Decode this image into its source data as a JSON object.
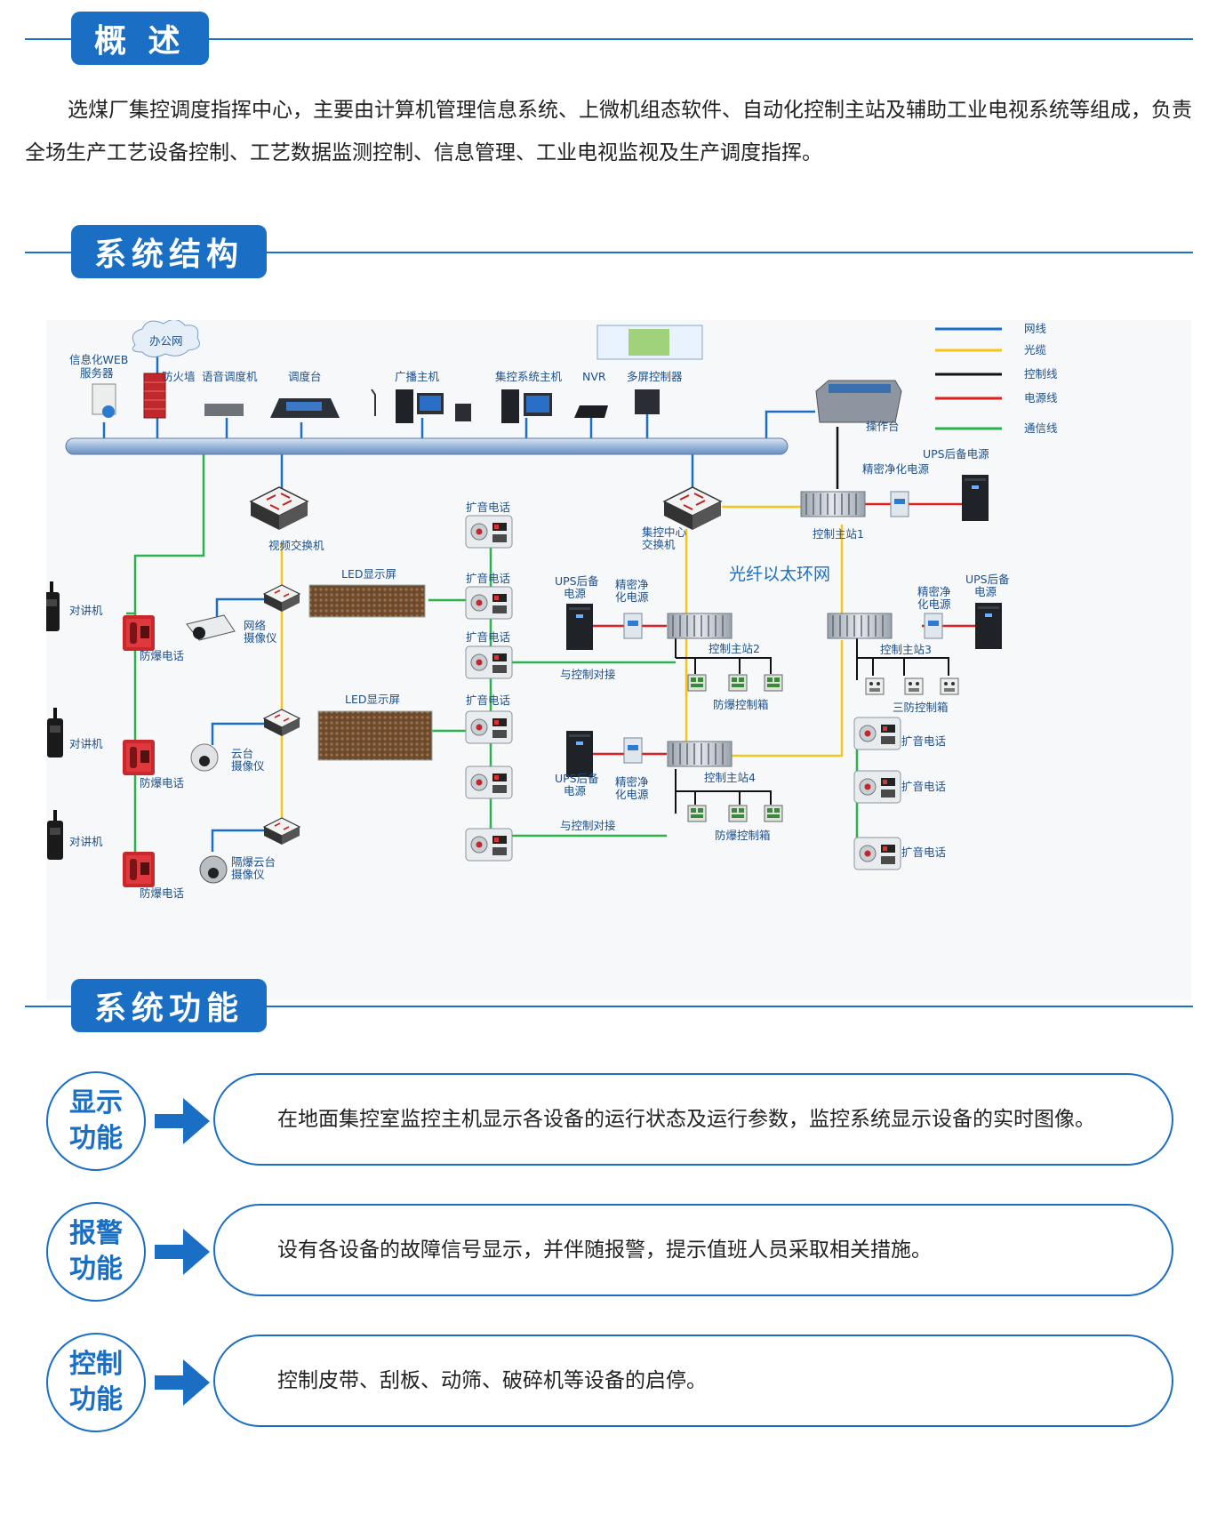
{
  "sections": {
    "overview": {
      "title": "概 述",
      "text": "选煤厂集控调度指挥中心，主要由计算机管理信息系统、上微机组态软件、自动化控制主站及辅助工业电视系统等组成，负责全场生产工艺设备控制、工艺数据监测控制、信息管理、工业电视监视及生产调度指挥。"
    },
    "structure": {
      "title": "系统结构"
    },
    "functions": {
      "title": "系统功能",
      "items": [
        {
          "name": "显示功能",
          "text": "在地面集控室监控主机显示各设备的运行状态及运行参数，监控系统显示设备的实时图像。"
        },
        {
          "name": "报警功能",
          "text": "设有各设备的故障信号显示，并伴随报警，提示值班人员采取相关措施。"
        },
        {
          "name": "控制功能",
          "text": "控制皮带、刮板、动筛、破碎机等设备的启停。"
        }
      ]
    }
  },
  "diagram": {
    "legend": [
      {
        "label": "网线",
        "color": "#1a6fc4"
      },
      {
        "label": "光缆",
        "color": "#f5c518"
      },
      {
        "label": "控制线",
        "color": "#111111"
      },
      {
        "label": "电源线",
        "color": "#e02020"
      },
      {
        "label": "通信线",
        "color": "#2bb24c"
      }
    ],
    "labels": {
      "office_net": "办公网",
      "web_server_1": "信息化WEB",
      "web_server_2": "服务器",
      "firewall": "防火墙",
      "voice_dispatch": "语音调度机",
      "dispatch_console": "调度台",
      "broadcast_host": "广播主机",
      "control_host": "集控系统主机",
      "nvr": "NVR",
      "multi_screen": "多屏控制器",
      "operator_desk": "操作台",
      "ups_backup": "UPS后备电源",
      "purifier": "精密净化电源",
      "video_switch": "视频交换机",
      "center_switch_1": "集控中心",
      "center_switch_2": "交换机",
      "station1": "控制主站1",
      "station2": "控制主站2",
      "station3": "控制主站3",
      "station4": "控制主站4",
      "ring": "光纤以太环网",
      "pa_phone": "扩音电话",
      "led": "LED显示屏",
      "walkie": "对讲机",
      "ex_phone": "防爆电话",
      "net_cam_1": "网络",
      "net_cam_2": "摄像仪",
      "ptz_cam_1": "云台",
      "ptz_cam_2": "摄像仪",
      "ex_ptz_1": "隔爆云台",
      "ex_ptz_2": "摄像仪",
      "ups_a_1": "UPS后备",
      "ups_a_2": "电源",
      "pur_a_1": "精密净",
      "pur_a_2": "化电源",
      "dock": "与控制对接",
      "ex_box": "防爆控制箱",
      "three_box": "三防控制箱"
    }
  }
}
